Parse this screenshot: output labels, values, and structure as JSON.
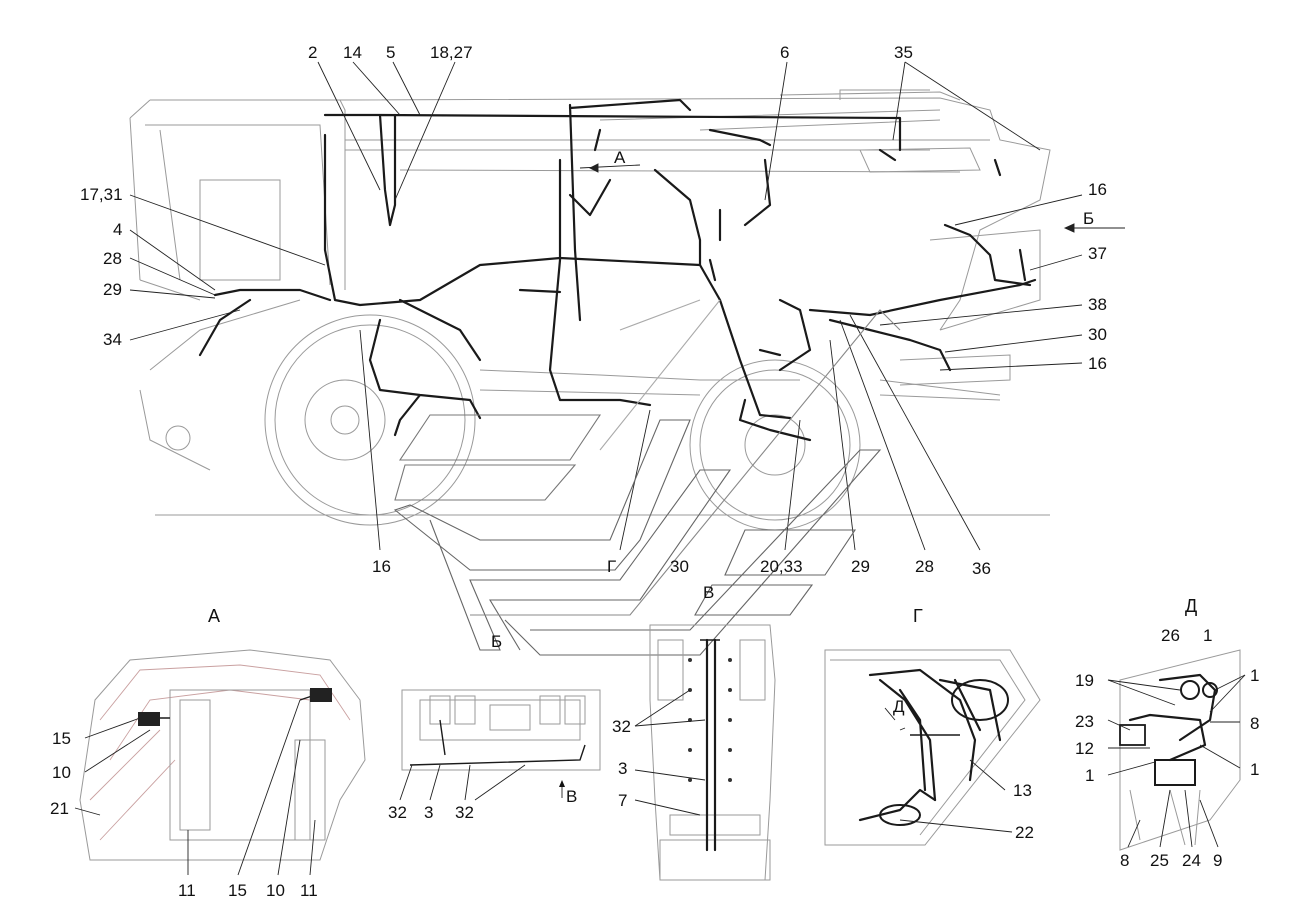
{
  "labels": {
    "main_top": [
      "2",
      "14",
      "5",
      "18,27",
      "6",
      "35"
    ],
    "main_left": [
      "17,31",
      "4",
      "28",
      "29",
      "34"
    ],
    "main_right": [
      "16",
      "37",
      "38",
      "30",
      "16"
    ],
    "main_bottom": [
      "16",
      "Г",
      "30",
      "20,33",
      "29",
      "28",
      "36"
    ],
    "main_view_refs": [
      "А",
      "Б",
      "В",
      "Б"
    ],
    "view_a": {
      "title": "А",
      "side": [
        "15",
        "10",
        "21"
      ],
      "bottom": [
        "11",
        "15",
        "10",
        "11"
      ]
    },
    "view_b": {
      "bottom": [
        "32",
        "3",
        "32"
      ],
      "ref": "В"
    },
    "view_v": {
      "side": [
        "32",
        "3",
        "7"
      ]
    },
    "view_g": {
      "title": "Г",
      "inner": "Д",
      "side": [
        "13",
        "22"
      ]
    },
    "view_d": {
      "title": "Д",
      "top": [
        "26",
        "1"
      ],
      "left": [
        "19",
        "23",
        "12",
        "1"
      ],
      "right": [
        "1",
        "8",
        "1"
      ],
      "bottom": [
        "8",
        "25",
        "24",
        "9"
      ]
    }
  },
  "colors": {
    "wire": "#1a1a1a",
    "outline": "#9a9a9a",
    "frame": "#333333"
  }
}
